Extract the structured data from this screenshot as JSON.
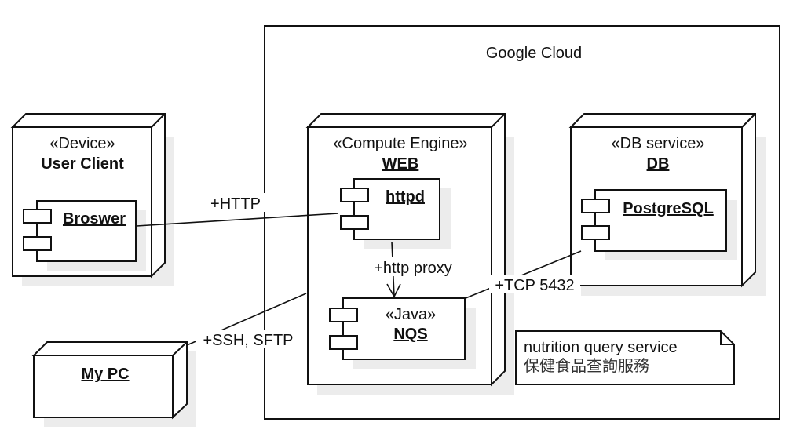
{
  "container": {
    "title": "Google Cloud"
  },
  "nodes": {
    "user_client": {
      "stereotype": "«Device»",
      "name": "User Client"
    },
    "web": {
      "stereotype": "«Compute Engine»",
      "name": "WEB"
    },
    "db": {
      "stereotype": "«DB service»",
      "name": "DB"
    },
    "my_pc": {
      "name": "My PC"
    }
  },
  "components": {
    "browser": {
      "name": "Broswer"
    },
    "httpd": {
      "name": "httpd"
    },
    "nqs": {
      "stereotype": "«Java»",
      "name": "NQS"
    },
    "postgresql": {
      "name": "PostgreSQL"
    }
  },
  "connections": {
    "http": "+HTTP",
    "http_proxy": "+http proxy",
    "tcp": "+TCP 5432",
    "ssh": "+SSH, SFTP"
  },
  "note": {
    "line1": "nutrition query service",
    "line2": "保健食品查詢服務"
  }
}
